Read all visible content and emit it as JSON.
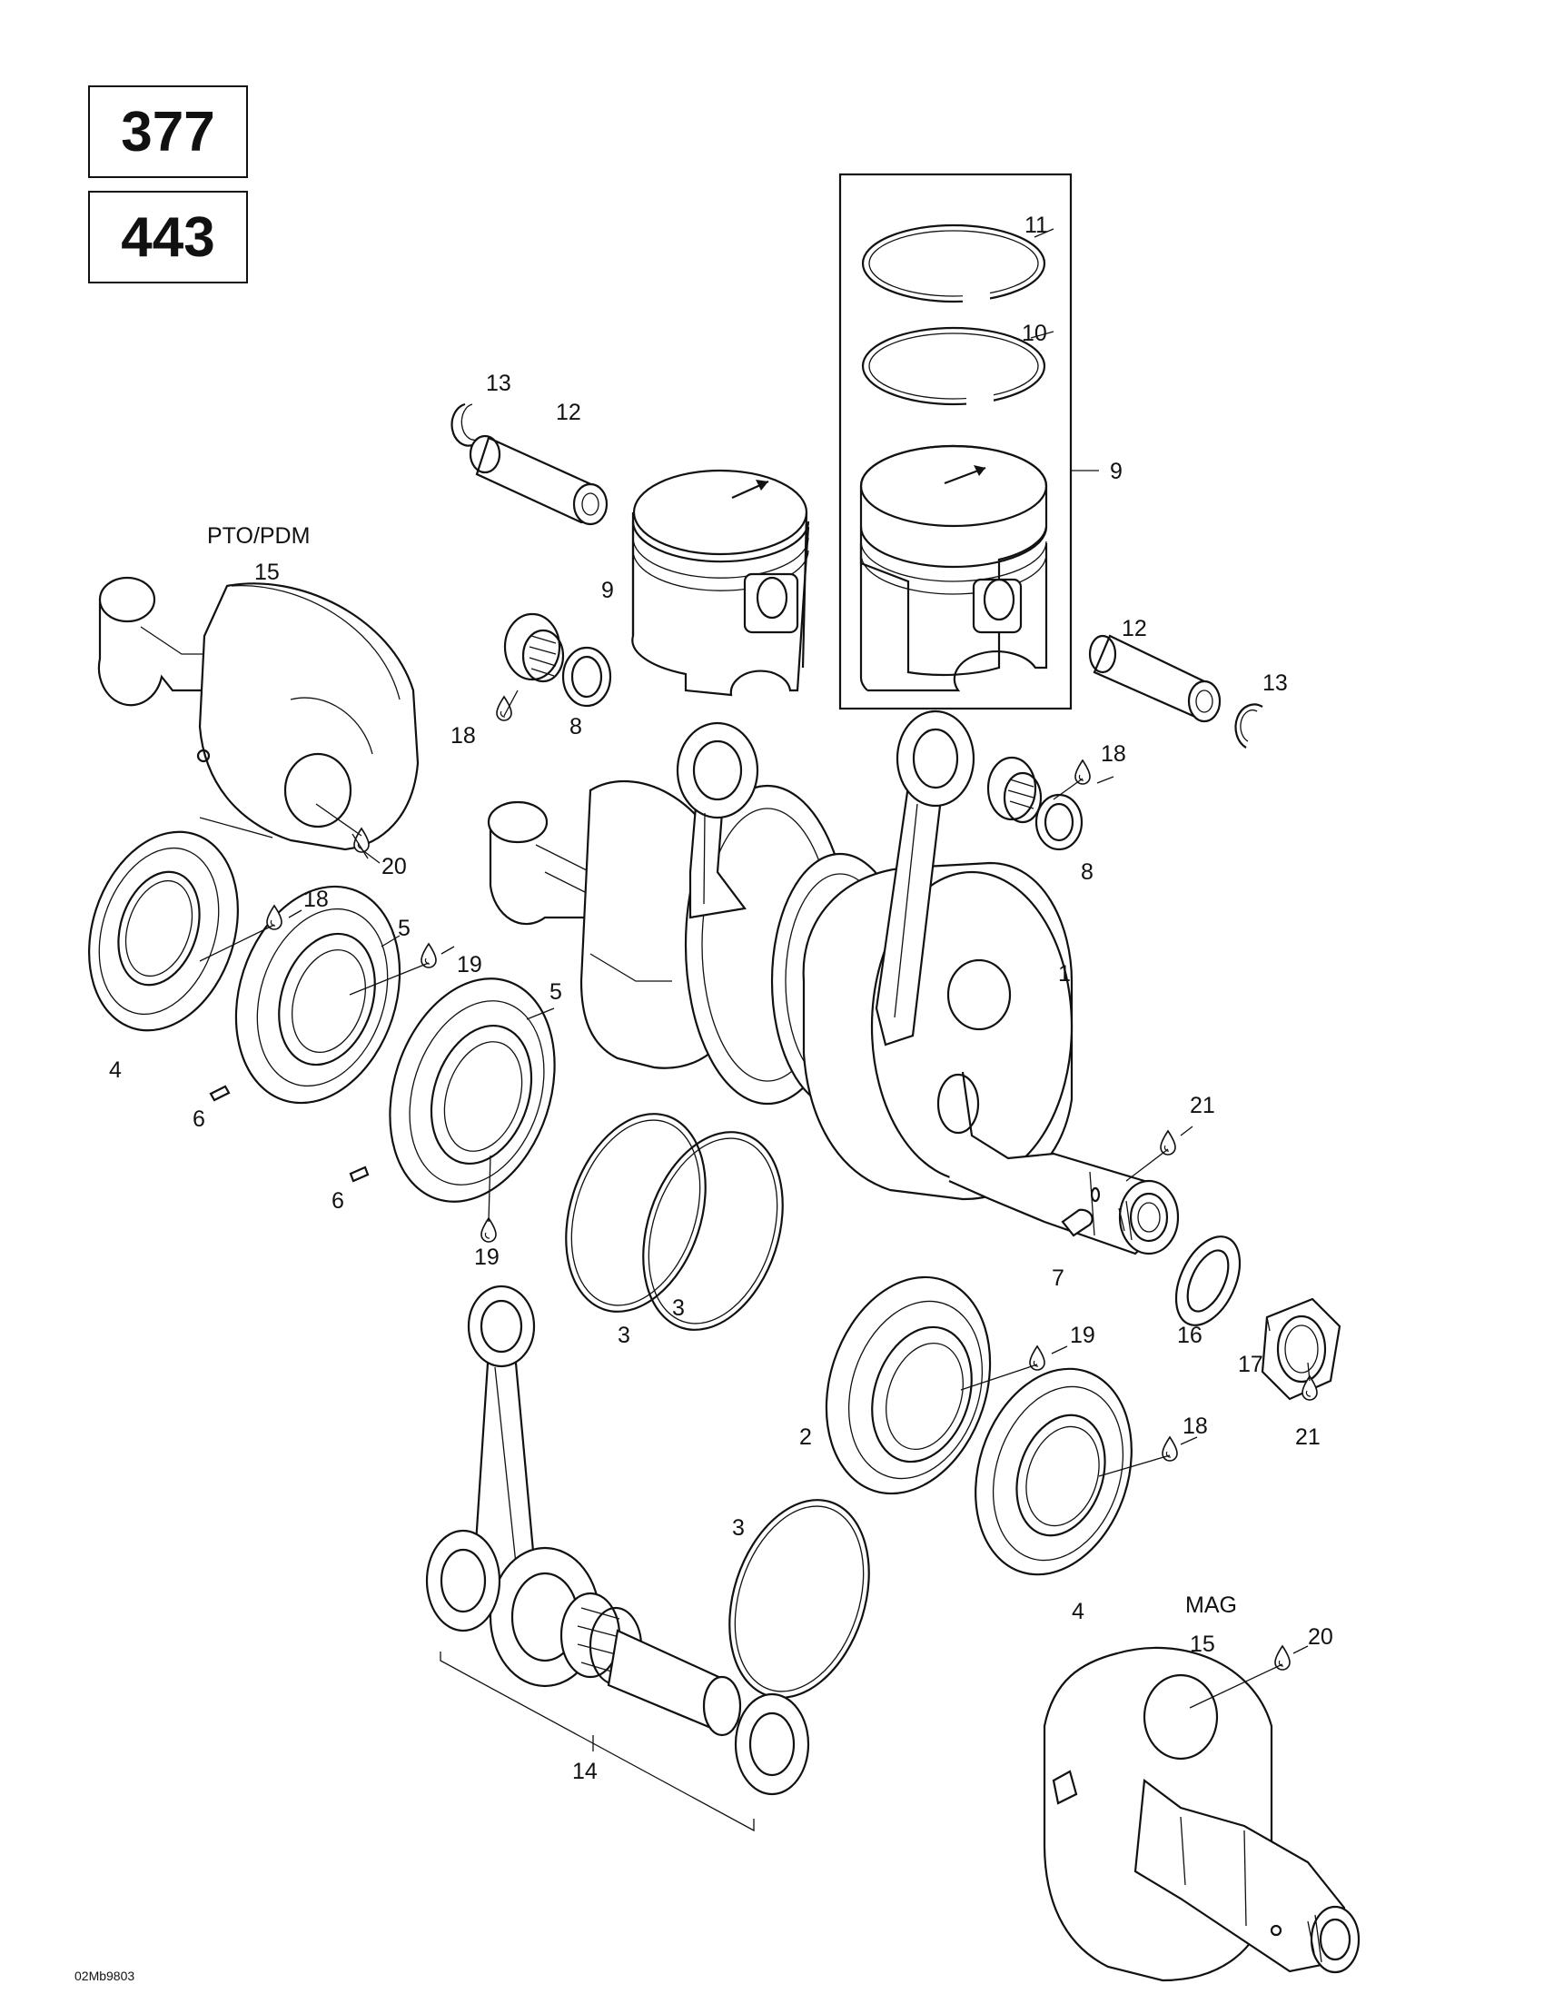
{
  "engine_codes": [
    "377",
    "443"
  ],
  "section_labels": {
    "pto": "PTO/PDM",
    "mag": "MAG"
  },
  "callouts": [
    {
      "id": "c1",
      "text": "1"
    },
    {
      "id": "c2",
      "text": "2"
    },
    {
      "id": "c3a",
      "text": "3"
    },
    {
      "id": "c3b",
      "text": "3"
    },
    {
      "id": "c3c",
      "text": "3"
    },
    {
      "id": "c4a",
      "text": "4"
    },
    {
      "id": "c4b",
      "text": "4"
    },
    {
      "id": "c5a",
      "text": "5"
    },
    {
      "id": "c5b",
      "text": "5"
    },
    {
      "id": "c6a",
      "text": "6"
    },
    {
      "id": "c6b",
      "text": "6"
    },
    {
      "id": "c7",
      "text": "7"
    },
    {
      "id": "c8a",
      "text": "8"
    },
    {
      "id": "c8b",
      "text": "8"
    },
    {
      "id": "c9a",
      "text": "9"
    },
    {
      "id": "c9b",
      "text": "9"
    },
    {
      "id": "c10",
      "text": "10"
    },
    {
      "id": "c11",
      "text": "11"
    },
    {
      "id": "c12a",
      "text": "12"
    },
    {
      "id": "c12b",
      "text": "12"
    },
    {
      "id": "c13a",
      "text": "13"
    },
    {
      "id": "c13b",
      "text": "13"
    },
    {
      "id": "c14",
      "text": "14"
    },
    {
      "id": "c15a",
      "text": "15"
    },
    {
      "id": "c15b",
      "text": "15"
    },
    {
      "id": "c16",
      "text": "16"
    },
    {
      "id": "c17",
      "text": "17"
    },
    {
      "id": "c18a",
      "text": "18"
    },
    {
      "id": "c18b",
      "text": "18"
    },
    {
      "id": "c18c",
      "text": "18"
    },
    {
      "id": "c18d",
      "text": "18"
    },
    {
      "id": "c19a",
      "text": "19"
    },
    {
      "id": "c19b",
      "text": "19"
    },
    {
      "id": "c19c",
      "text": "19"
    },
    {
      "id": "c20a",
      "text": "20"
    },
    {
      "id": "c20b",
      "text": "20"
    },
    {
      "id": "c21a",
      "text": "21"
    },
    {
      "id": "c21b",
      "text": "21"
    }
  ],
  "drawing_code": "02Mb9803"
}
